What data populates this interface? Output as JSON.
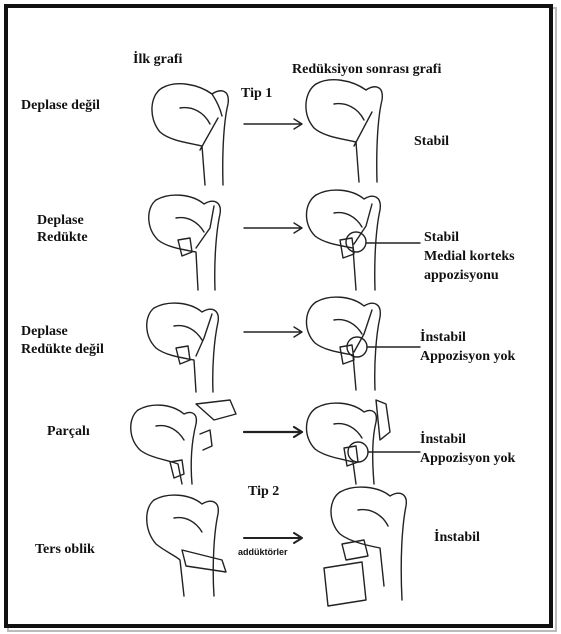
{
  "columns": {
    "initial": "İlk grafi",
    "post_reduction": "Redüksiyon sonrası grafi"
  },
  "type_labels": {
    "tip1": "Tip 1",
    "tip2": "Tip 2"
  },
  "rows": [
    {
      "label_lines": [
        "Deplase değil"
      ],
      "result_lines": [
        "Stabil"
      ]
    },
    {
      "label_lines": [
        "Deplase",
        "Redükte"
      ],
      "result_lines": [
        "Stabil",
        "Medial korteks",
        "appozisyonu"
      ]
    },
    {
      "label_lines": [
        "Deplase",
        "Redükte değil"
      ],
      "result_lines": [
        "İnstabil",
        "Appozisyon yok"
      ]
    },
    {
      "label_lines": [
        "Parçalı"
      ],
      "result_lines": [
        "İnstabil",
        "Appozisyon yok"
      ]
    },
    {
      "label_lines": [
        "Ters oblik"
      ],
      "result_lines": [
        "İnstabil"
      ]
    }
  ],
  "arrow_note": "addüktörler"
}
